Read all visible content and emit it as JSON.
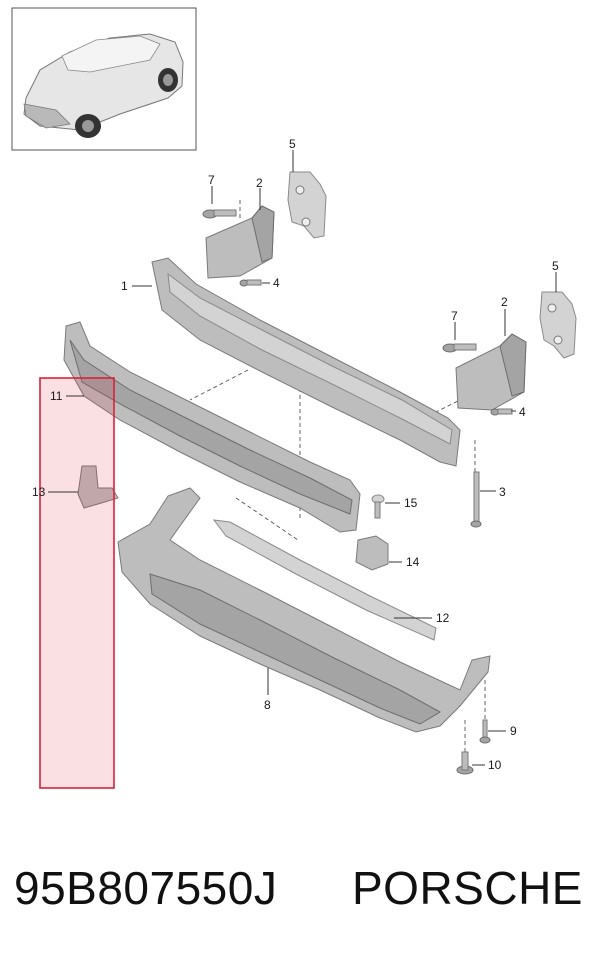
{
  "diagram": {
    "callouts": [
      {
        "id": "1",
        "text": "1"
      },
      {
        "id": "2a",
        "text": "2"
      },
      {
        "id": "2b",
        "text": "2"
      },
      {
        "id": "3",
        "text": "3"
      },
      {
        "id": "4a",
        "text": "4"
      },
      {
        "id": "4b",
        "text": "4"
      },
      {
        "id": "5a",
        "text": "5"
      },
      {
        "id": "5b",
        "text": "5"
      },
      {
        "id": "7a",
        "text": "7"
      },
      {
        "id": "7b",
        "text": "7"
      },
      {
        "id": "8",
        "text": "8"
      },
      {
        "id": "9",
        "text": "9"
      },
      {
        "id": "10",
        "text": "10"
      },
      {
        "id": "11",
        "text": "11"
      },
      {
        "id": "12",
        "text": "12"
      },
      {
        "id": "13",
        "text": "13"
      },
      {
        "id": "14",
        "text": "14"
      },
      {
        "id": "15",
        "text": "15"
      }
    ],
    "highlight_color": "#e0203a"
  },
  "footer": {
    "part_number": "95B807550J",
    "brand": "PORSCHE"
  }
}
